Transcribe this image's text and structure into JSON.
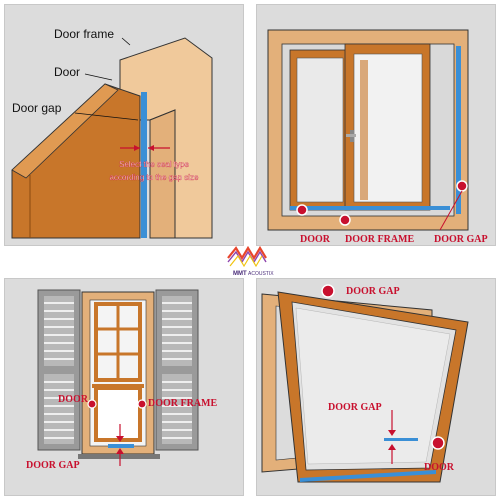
{
  "panel1": {
    "label_frame": "Door frame",
    "label_door": "Door",
    "label_gap": "Door gap",
    "note_line1": "Select the seal type",
    "note_line2": "according to the gap size"
  },
  "panel2": {
    "label_door": "DOOR",
    "label_frame": "DOOR FRAME",
    "label_gap": "DOOR GAP"
  },
  "logo": {
    "name": "MMT",
    "sub": "ACOUSTIX"
  },
  "panel3": {
    "label_door": "DOOR",
    "label_frame": "DOOR FRAME",
    "label_gap": "DOOR GAP"
  },
  "panel4": {
    "label_gap_top": "DOOR GAP",
    "label_gap_mid": "DOOR GAP",
    "label_door": "DOOR"
  },
  "colors": {
    "frame": "#e3b07a",
    "door": "#c8762a",
    "seal": "#3a8fd6",
    "label": "#c8102e",
    "panel": "#dcdcdc"
  }
}
